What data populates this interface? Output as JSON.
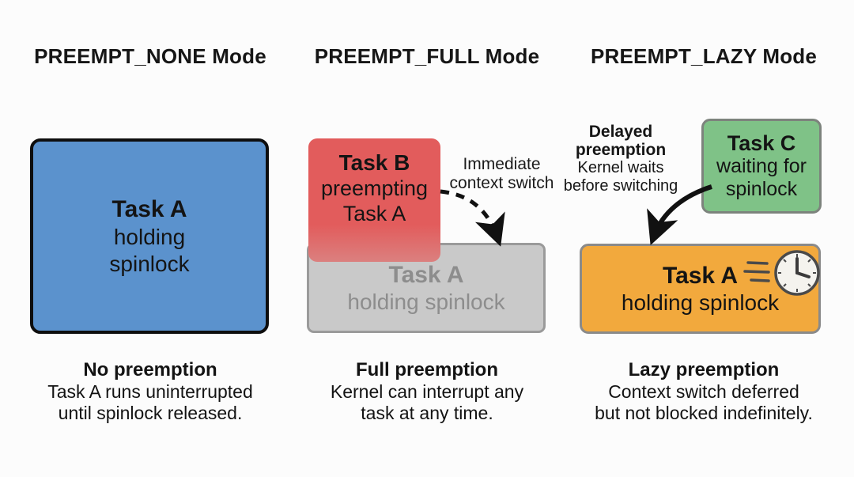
{
  "panel_none": {
    "title": "PREEMPT_NONE Mode",
    "task_a_box": {
      "name": "Task A",
      "line2": "holding",
      "line3": "spinlock"
    },
    "caption_heading": "No preemption",
    "caption_line1": "Task A runs uninterrupted",
    "caption_line2": "until spinlock released."
  },
  "panel_full": {
    "title": "PREEMPT_FULL Mode",
    "task_b_box": {
      "name": "Task B",
      "line2": "preempting",
      "line3": "Task A"
    },
    "task_a_box": {
      "name": "Task A",
      "line2": "holding spinlock"
    },
    "arrow_label_line1": "Immediate",
    "arrow_label_line2": "context switch",
    "caption_heading": "Full preemption",
    "caption_line1": "Kernel can interrupt any",
    "caption_line2": "task at any time."
  },
  "panel_lazy": {
    "title": "PREEMPT_LAZY Mode",
    "note_line1": "Delayed",
    "note_line2": "preemption",
    "note_line3": "Kernel waits",
    "note_line4": "before switching",
    "task_c_box": {
      "name": "Task C",
      "line2": "waiting for",
      "line3": "spinlock"
    },
    "task_a_box": {
      "name": "Task A",
      "line2": "holding spinlock"
    },
    "caption_heading": "Lazy preemption",
    "caption_line1": "Context switch deferred",
    "caption_line2": "but not blocked indefinitely."
  },
  "icons": {
    "clock": "speeding-clock-icon",
    "dashed_arrow": "immediate-context-switch-arrow",
    "solid_arrow": "delayed-preemption-arrow"
  },
  "colors": {
    "background": "#fcfcfc",
    "task_a_none_fill": "#5b92cd",
    "task_a_none_border": "#0e0e0e",
    "task_b_fill": "#e25c5c",
    "task_b_border": "#404552",
    "task_a_full_fill": "#c9c9c9",
    "task_a_full_text": "#8d8d8d",
    "task_c_fill": "#7fc287",
    "task_a_lazy_fill": "#f2a93d",
    "text": "#141414"
  }
}
